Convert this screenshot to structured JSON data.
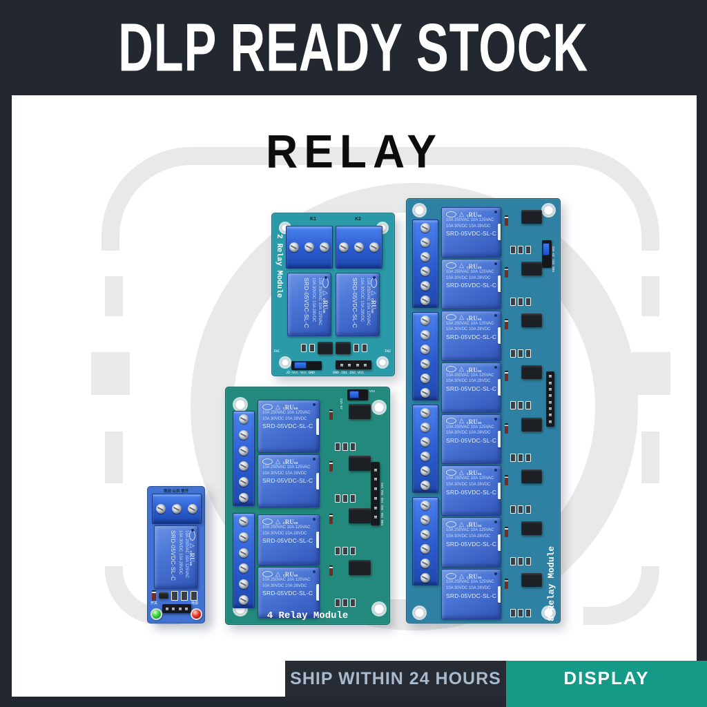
{
  "banner": {
    "title": "DLP READY STOCK"
  },
  "headline": "RELAY",
  "footer": {
    "ship": "SHIP WITHIN 24 HOURS",
    "display": "DISPLAY"
  },
  "relay_label": {
    "rating1": "10A 250VAC 10A 125VAC",
    "rating2": "10A 30VDC  10A 28VDC",
    "model": "SRD-05VDC-SL-C",
    "triangle": "△",
    "ul_c": "c",
    "ul_mark": "RU",
    "ul_us": "us"
  },
  "modules": {
    "two_channel": {
      "board_label": "2 Relay Module",
      "k1": "K1",
      "k2": "K2",
      "in1": "IN1",
      "in2": "IN2",
      "jumper_label": "JD-Vcc Vcc GND",
      "header_label": "GND IN1 IN2 VCC"
    },
    "four_channel": {
      "board_label": "4 Relay Module",
      "jumper_label": "JD-VCC",
      "vcc_label": "VCC",
      "header_label": "GND IN1 IN2 IN3 IN4 VCC"
    },
    "eight_channel": {
      "board_label": "8 Relay Module",
      "jumper_label": "GND VCC JD-VCC"
    },
    "one_channel": {
      "top_label": "常闭 公共 常开",
      "led_left_label": "开关",
      "led_right_label": "电源"
    }
  },
  "colors": {
    "banner_bg": "#232830",
    "accent_teal": "#149a86",
    "ship_text": "#a9bacc",
    "pcb_2ch": "#2b9aa8",
    "pcb_4ch": "#23897c",
    "pcb_8ch": "#2e81a2",
    "pcb_1ch": "#4273d2",
    "relay_blue": "#4a76d5",
    "terminal_blue": "#2a5bd0"
  }
}
